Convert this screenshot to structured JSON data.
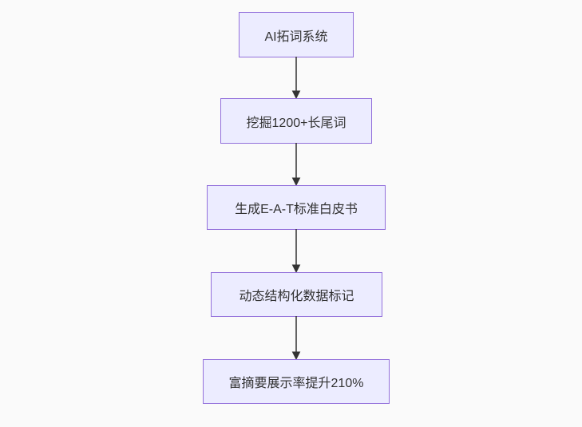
{
  "diagram": {
    "type": "flowchart-vertical",
    "direction": "top-down",
    "colors": {
      "background": "#FAFAFA",
      "node_fill": "#ECECFF",
      "node_border": "#9370DB",
      "node_text": "#333333",
      "arrow": "#333333"
    },
    "nodes": [
      {
        "id": "n1",
        "label": "AI拓词系统"
      },
      {
        "id": "n2",
        "label": "挖掘1200+长尾词"
      },
      {
        "id": "n3",
        "label": "生成E-A-T标准白皮书"
      },
      {
        "id": "n4",
        "label": "动态结构化数据标记"
      },
      {
        "id": "n5",
        "label": "富摘要展示率提升210%"
      }
    ],
    "edges": [
      {
        "from": "n1",
        "to": "n2",
        "style": "solid-arrow"
      },
      {
        "from": "n2",
        "to": "n3",
        "style": "solid-arrow"
      },
      {
        "from": "n3",
        "to": "n4",
        "style": "solid-arrow"
      },
      {
        "from": "n4",
        "to": "n5",
        "style": "solid-arrow"
      }
    ]
  }
}
